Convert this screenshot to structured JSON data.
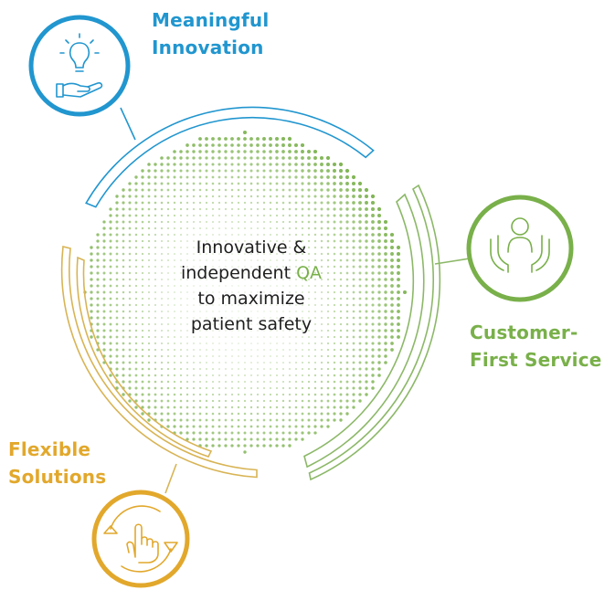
{
  "colors": {
    "blue": "#2196cf",
    "green": "#79b04a",
    "gold": "#e2a82c",
    "text": "#1e1e1e"
  },
  "center": {
    "line1": "Innovative &",
    "line2_pre": "independent ",
    "line2_highlight": "QA",
    "line3": "to maximize",
    "line4": "patient safety"
  },
  "pillars": {
    "innovation": {
      "line1": "Meaningful",
      "line2": "Innovation",
      "icon": "lightbulb-hand-icon"
    },
    "customer": {
      "line1": "Customer-",
      "line2": "First Service",
      "icon": "person-in-hands-icon"
    },
    "flexible": {
      "line1": "Flexible",
      "line2": "Solutions",
      "icon": "hand-pointer-cycle-icon"
    }
  }
}
